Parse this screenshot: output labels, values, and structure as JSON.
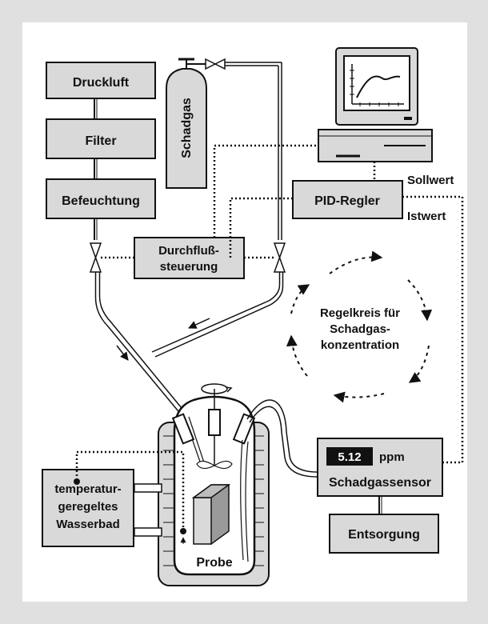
{
  "boxes": {
    "druckluft": "Druckluft",
    "filter": "Filter",
    "befeuchtung": "Befeuchtung",
    "schadgas": "Schadgas",
    "durchfluss_line1": "Durchfluß-",
    "durchfluss_line2": "steuerung",
    "pid": "PID-Regler",
    "bath_line1": "temperatur-",
    "bath_line2": "geregeltes",
    "bath_line3": "Wasserbad",
    "sensor_value": "5.12",
    "sensor_unit": "ppm",
    "sensor_name": "Schadgassensor",
    "entsorgung": "Entsorgung",
    "probe": "Probe"
  },
  "labels": {
    "sollwert": "Sollwert",
    "istwert": "Istwert",
    "loop_line1": "Regelkreis für",
    "loop_line2": "Schadgas-",
    "loop_line3": "konzentration"
  },
  "colors": {
    "box_fill": "#d9d9d9",
    "panel_bg": "#ffffff",
    "frame_bg": "#e0e0e0",
    "stroke": "#111111",
    "display_bg": "#111111",
    "display_text": "#ffffff"
  }
}
